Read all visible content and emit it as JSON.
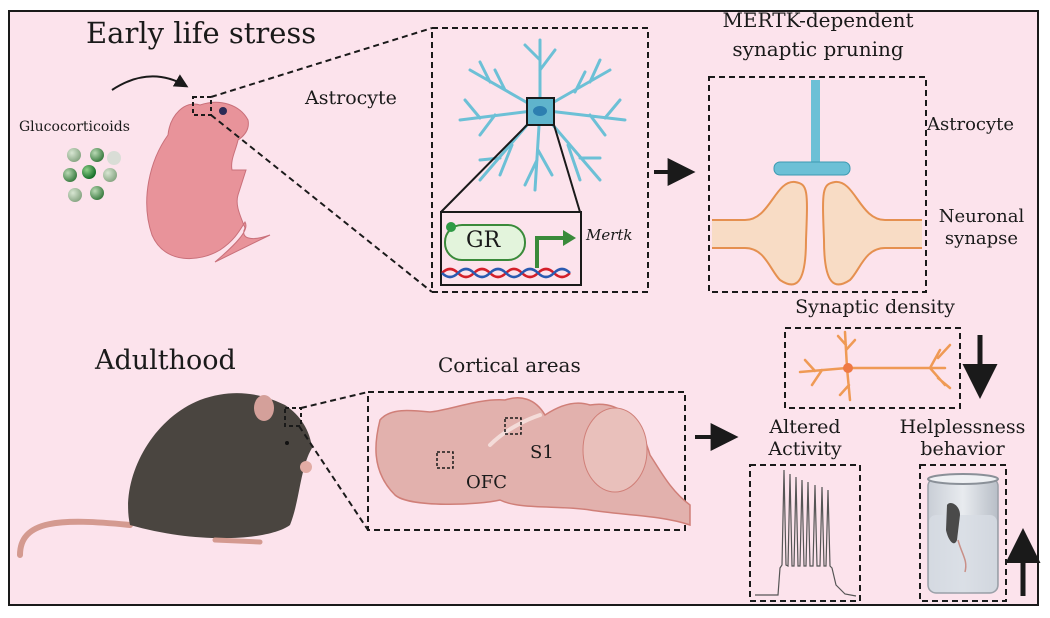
{
  "figure": {
    "top_left_title": "Early life stress",
    "stimulus_label": "Glucocorticoids",
    "astrocyte_label": "Astrocyte",
    "receptor_label": "GR",
    "gene_label": "Mertk",
    "pruning_title_line1": "MERTK-dependent",
    "pruning_title_line2": "synaptic pruning",
    "pruning_astrocyte_label": "Astrocyte",
    "synapse_label_line1": "Neuronal",
    "synapse_label_line2": "synapse",
    "bottom_left_title": "Adulthood",
    "cortical_title": "Cortical areas",
    "region_ofc": "OFC",
    "region_s1": "S1",
    "synaptic_density_title": "Synaptic density",
    "synaptic_density_change": "decrease",
    "activity_title_line1": "Altered",
    "activity_title_line2": "Activity",
    "helplessness_title_line1": "Helplessness",
    "helplessness_title_line2": "behavior",
    "helplessness_change": "increase"
  },
  "colors": {
    "background": "#fce3ec",
    "astrocyte": "#6cc0d6",
    "neuron": "#ef9a55",
    "gr_fill": "#e3f4dc",
    "gr_green": "#3a8a3a",
    "dna_red": "#d4202a",
    "dna_blue": "#2a5ab0",
    "mouse_body": "#4a4540",
    "pup_body": "#e8939a",
    "brain": "#e2b1ad"
  }
}
